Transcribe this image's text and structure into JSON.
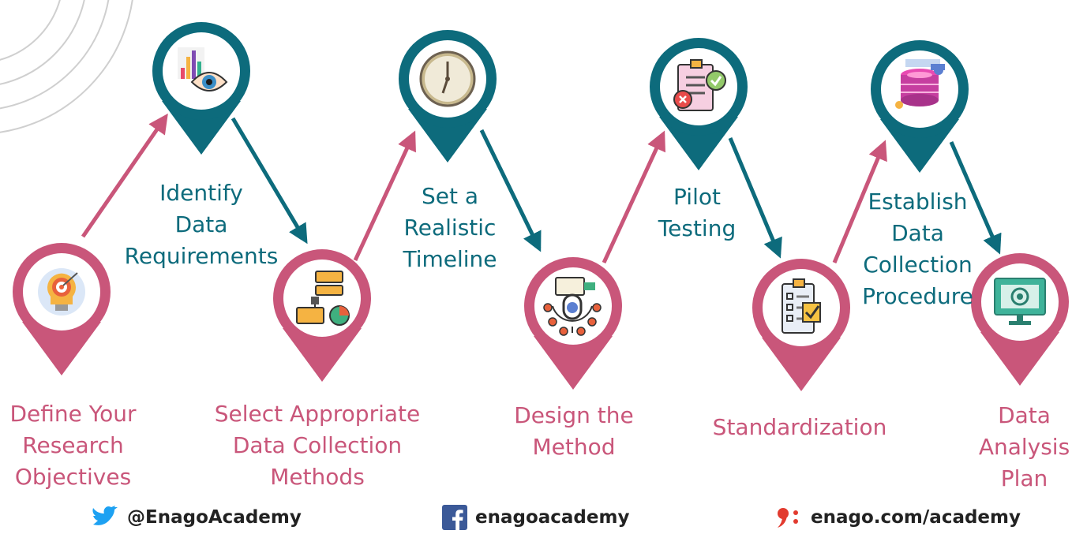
{
  "colors": {
    "pink": "#c9567a",
    "teal": "#0d6b7c",
    "deco": "#cfcfcf"
  },
  "steps": [
    {
      "label": "Define Your\nResearch\nObjectives",
      "color": "pink",
      "icon": "target-lightbulb-icon"
    },
    {
      "label": "Identify\nData\nRequirements",
      "color": "teal",
      "icon": "chart-eye-icon"
    },
    {
      "label": "Select Appropriate\nData Collection\nMethods",
      "color": "pink",
      "icon": "flowchart-icon"
    },
    {
      "label": "Set a\nRealistic\nTimeline",
      "color": "teal",
      "icon": "clock-icon"
    },
    {
      "label": "Design the\nMethod",
      "color": "pink",
      "icon": "microphone-network-icon"
    },
    {
      "label": "Pilot\nTesting",
      "color": "teal",
      "icon": "clipboard-check-icon"
    },
    {
      "label": "Standardization",
      "color": "pink",
      "icon": "checklist-icon"
    },
    {
      "label": "Establish\nData\nCollection\nProcedure",
      "color": "teal",
      "icon": "database-server-icon"
    },
    {
      "label": "Data\nAnalysis\nPlan",
      "color": "pink",
      "icon": "monitor-gear-icon"
    }
  ],
  "footer": {
    "twitter": "@EnagoAcademy",
    "facebook": "enagoacademy",
    "website": "enago.com/academy"
  }
}
